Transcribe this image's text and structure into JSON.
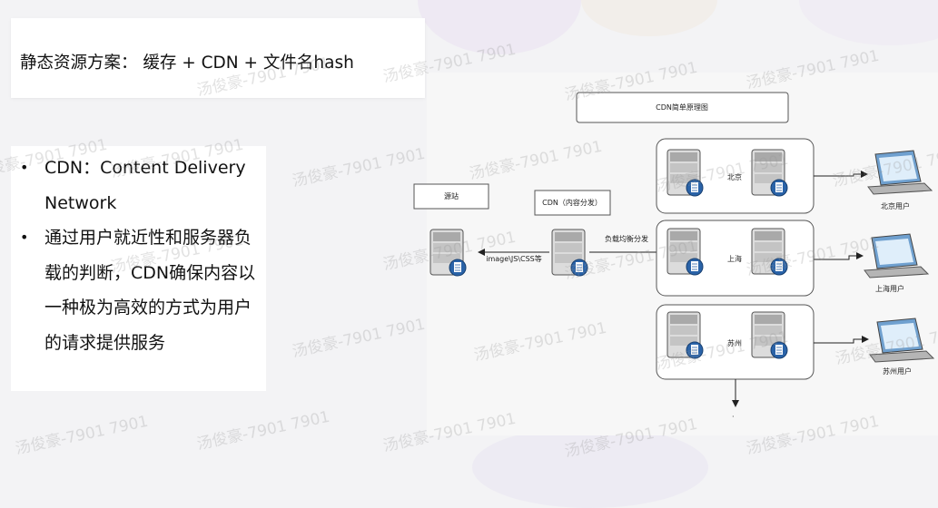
{
  "slide": {
    "title": "静态资源方案： 缓存 + CDN + 文件名hash",
    "bullets": [
      "CDN：Content Delivery Network",
      "通过用户就近性和服务器负载的判断，CDN确保内容以一种极为高效的方式为用户的请求提供服务"
    ]
  },
  "diagram": {
    "title": "CDN简单原理图",
    "origin_label": "源站",
    "cdn_label": "CDN（内容分发）",
    "arrow_left_label": "image\\JS\\CSS等",
    "arrow_right_label": "负载均衡分发",
    "regions": [
      {
        "name": "北京",
        "user": "北京用户"
      },
      {
        "name": "上海",
        "user": "上海用户"
      },
      {
        "name": "苏州",
        "user": "苏州用户"
      }
    ],
    "more": "·"
  },
  "watermark": "汤俊豪-7901 7901"
}
